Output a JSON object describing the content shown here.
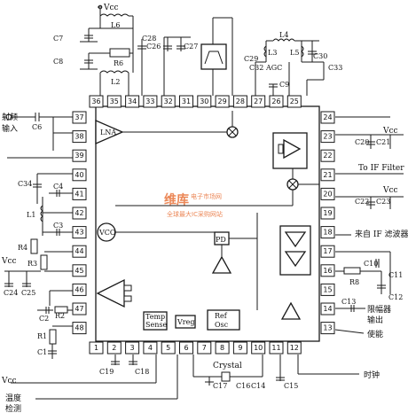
{
  "labels": {
    "vcc_top": "Vcc",
    "vcc_right1": "Vcc",
    "vcc_right2": "Vcc",
    "vcc_left": "Vcc",
    "vcc_bottom": "Vcc",
    "rf_input_1": "射频",
    "rf_input_2": "输入",
    "to_if_filter": "To IF Filter",
    "from_if_filter": "来自 IF 滤波器",
    "limiter_out_1": "限幅器",
    "limiter_out_2": "输出",
    "enable": "使能",
    "clock": "时钟",
    "temp_detect_1": "温度",
    "temp_detect_2": "检测",
    "lna": "LNA",
    "vco": "VCO",
    "pd": "PD",
    "agc": "AGC",
    "temp_sense_1": "Temp",
    "temp_sense_2": "Sense",
    "vreg": "Vreg",
    "ref_osc_1": "Ref",
    "ref_osc_2": "Osc",
    "crystal": "Crystal",
    "watermark_1": "维库",
    "watermark_2": "电子市场网",
    "watermark_3": "全球最大IC采购网站"
  },
  "components": {
    "C7": "C7",
    "C8": "C8",
    "L6": "L6",
    "R6": "R6",
    "L2": "L2",
    "C28": "C28",
    "C26": "C26",
    "C27": "C27",
    "L4": "L4",
    "L3": "L3",
    "L5": "L5",
    "C29": "C29",
    "C32": "C32",
    "C30": "C30",
    "C33": "C33",
    "C9": "C9",
    "C6": "C6",
    "C34": "C34",
    "C4": "C4",
    "L1": "L1",
    "C3": "C3",
    "R4": "R4",
    "R3": "R3",
    "C24": "C24",
    "C25": "C25",
    "C2": "C2",
    "R2": "R2",
    "R1": "R1",
    "C1": "C1",
    "C20": "C20",
    "C21": "C21",
    "C22": "C22",
    "C23": "C23",
    "C10": "C10",
    "C11": "C11",
    "R8": "R8",
    "C12": "C12",
    "C13": "C13",
    "C19": "C19",
    "C18": "C18",
    "C17": "C17",
    "C16": "C16",
    "C14": "C14",
    "C15": "C15"
  },
  "pins": {
    "top": [
      "36",
      "35",
      "34",
      "33",
      "32",
      "31",
      "30",
      "29",
      "28",
      "27",
      "26",
      "25"
    ],
    "left": [
      "37",
      "38",
      "39",
      "40",
      "41",
      "42",
      "43",
      "44",
      "45",
      "46",
      "47",
      "48"
    ],
    "right": [
      "24",
      "23",
      "22",
      "21",
      "20",
      "19",
      "18",
      "17",
      "16",
      "15",
      "14",
      "13"
    ],
    "bottom": [
      "1",
      "2",
      "3",
      "4",
      "5",
      "6",
      "7",
      "8",
      "9",
      "10",
      "11",
      "12"
    ]
  }
}
